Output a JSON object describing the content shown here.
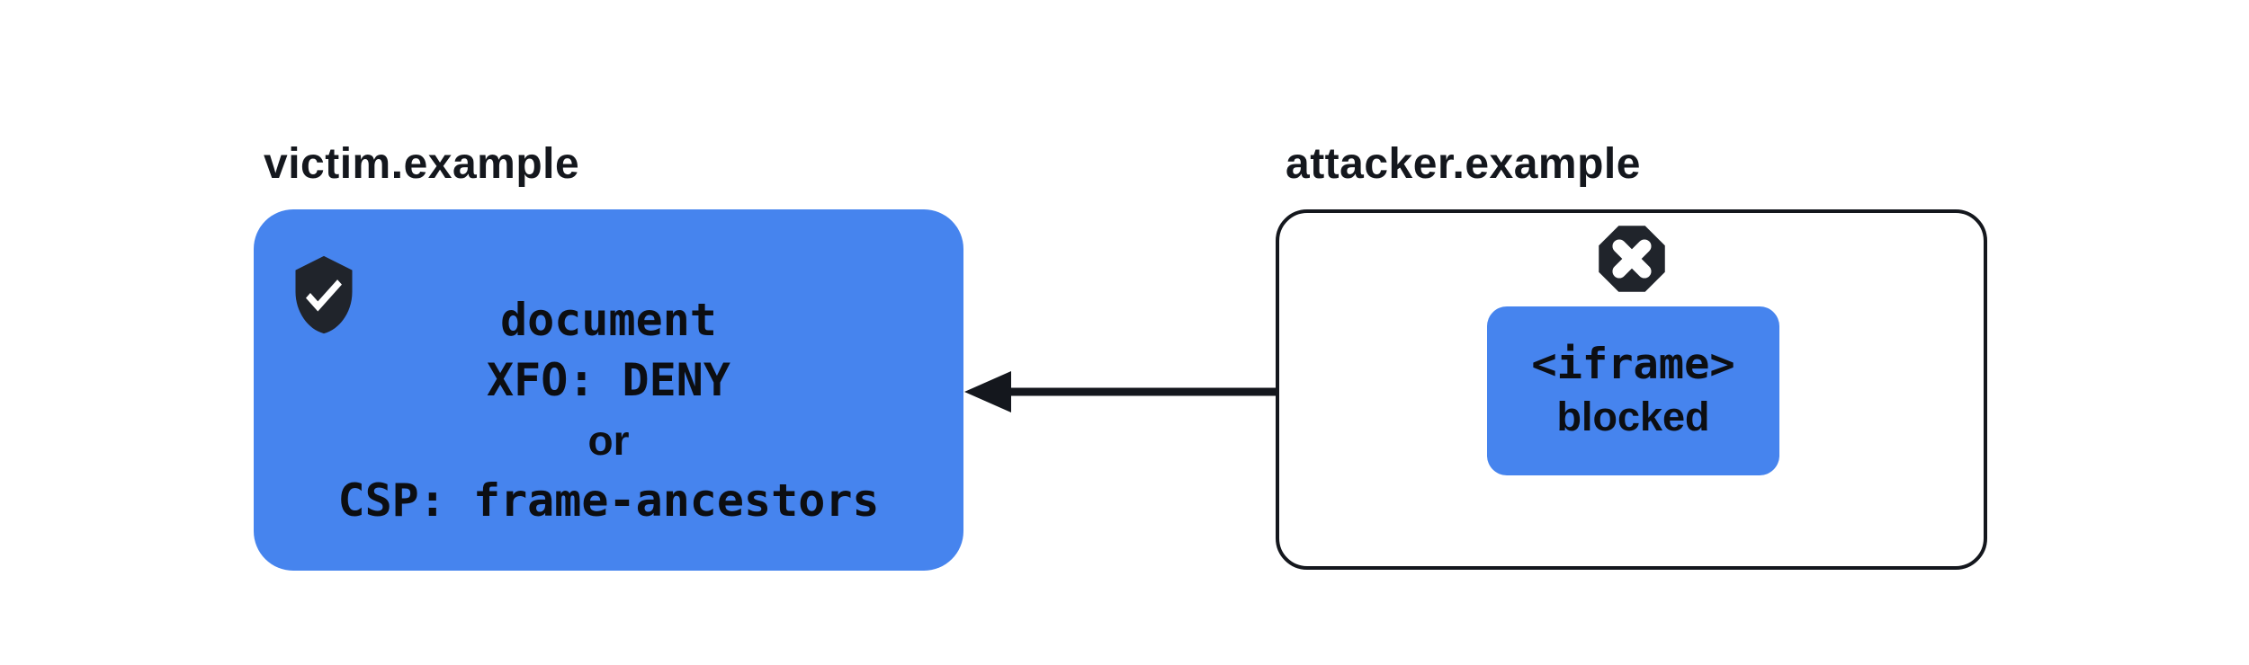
{
  "victim": {
    "label": "victim.example",
    "icon": "shield-check-icon",
    "lines": [
      "document",
      "XFO: DENY",
      "or",
      "CSP: frame-ancestors"
    ]
  },
  "attacker": {
    "label": "attacker.example",
    "icon": "blocked-x-octagon-icon",
    "iframe": {
      "lines": [
        "<iframe>",
        "blocked"
      ]
    }
  },
  "arrow": {
    "description": "embed attempt from attacker iframe toward victim document, pointing left",
    "direction": "right-to-left"
  },
  "colors": {
    "accent_blue": "#4684EE",
    "icon_dark": "#20242B",
    "line_dark": "#14171D",
    "text_dark": "#0C0E12",
    "background": "#FFFFFF"
  }
}
